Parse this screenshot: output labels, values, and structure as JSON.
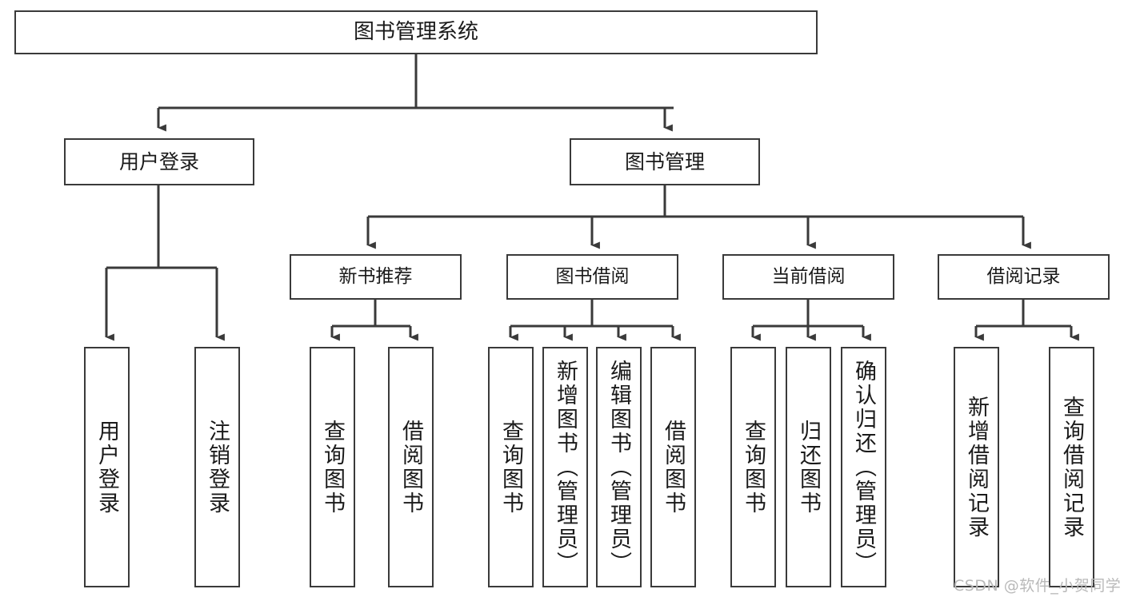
{
  "diagram": {
    "title": "图书管理系统",
    "type": "tree-hierarchy-diagram",
    "colors": {
      "stroke": "#3a3a3a",
      "fill": "#ffffff",
      "text": "#1a1a1a",
      "watermark": "#b9b9b9"
    },
    "root": {
      "label": "图书管理系统"
    },
    "level1": [
      {
        "label": "用户登录"
      },
      {
        "label": "图书管理"
      }
    ],
    "level2": [
      {
        "label": "新书推荐"
      },
      {
        "label": "图书借阅"
      },
      {
        "label": "当前借阅"
      },
      {
        "label": "借阅记录"
      }
    ],
    "leaves": {
      "user_login": [
        {
          "label": "用户登录"
        },
        {
          "label": "注销登录"
        }
      ],
      "new_book_recommend": [
        {
          "label": "查询图书"
        },
        {
          "label": "借阅图书"
        }
      ],
      "book_borrow": [
        {
          "label": "查询图书"
        },
        {
          "label": "新增图书（管理员）"
        },
        {
          "label": "编辑图书（管理员）"
        },
        {
          "label": "借阅图书"
        }
      ],
      "current_borrow": [
        {
          "label": "查询图书"
        },
        {
          "label": "归还图书"
        },
        {
          "label": "确认归还（管理员）"
        }
      ],
      "borrow_record": [
        {
          "label": "新增借阅记录"
        },
        {
          "label": "查询借阅记录"
        }
      ]
    }
  },
  "watermark": {
    "text": "CSDN @软件_小贺同学"
  }
}
